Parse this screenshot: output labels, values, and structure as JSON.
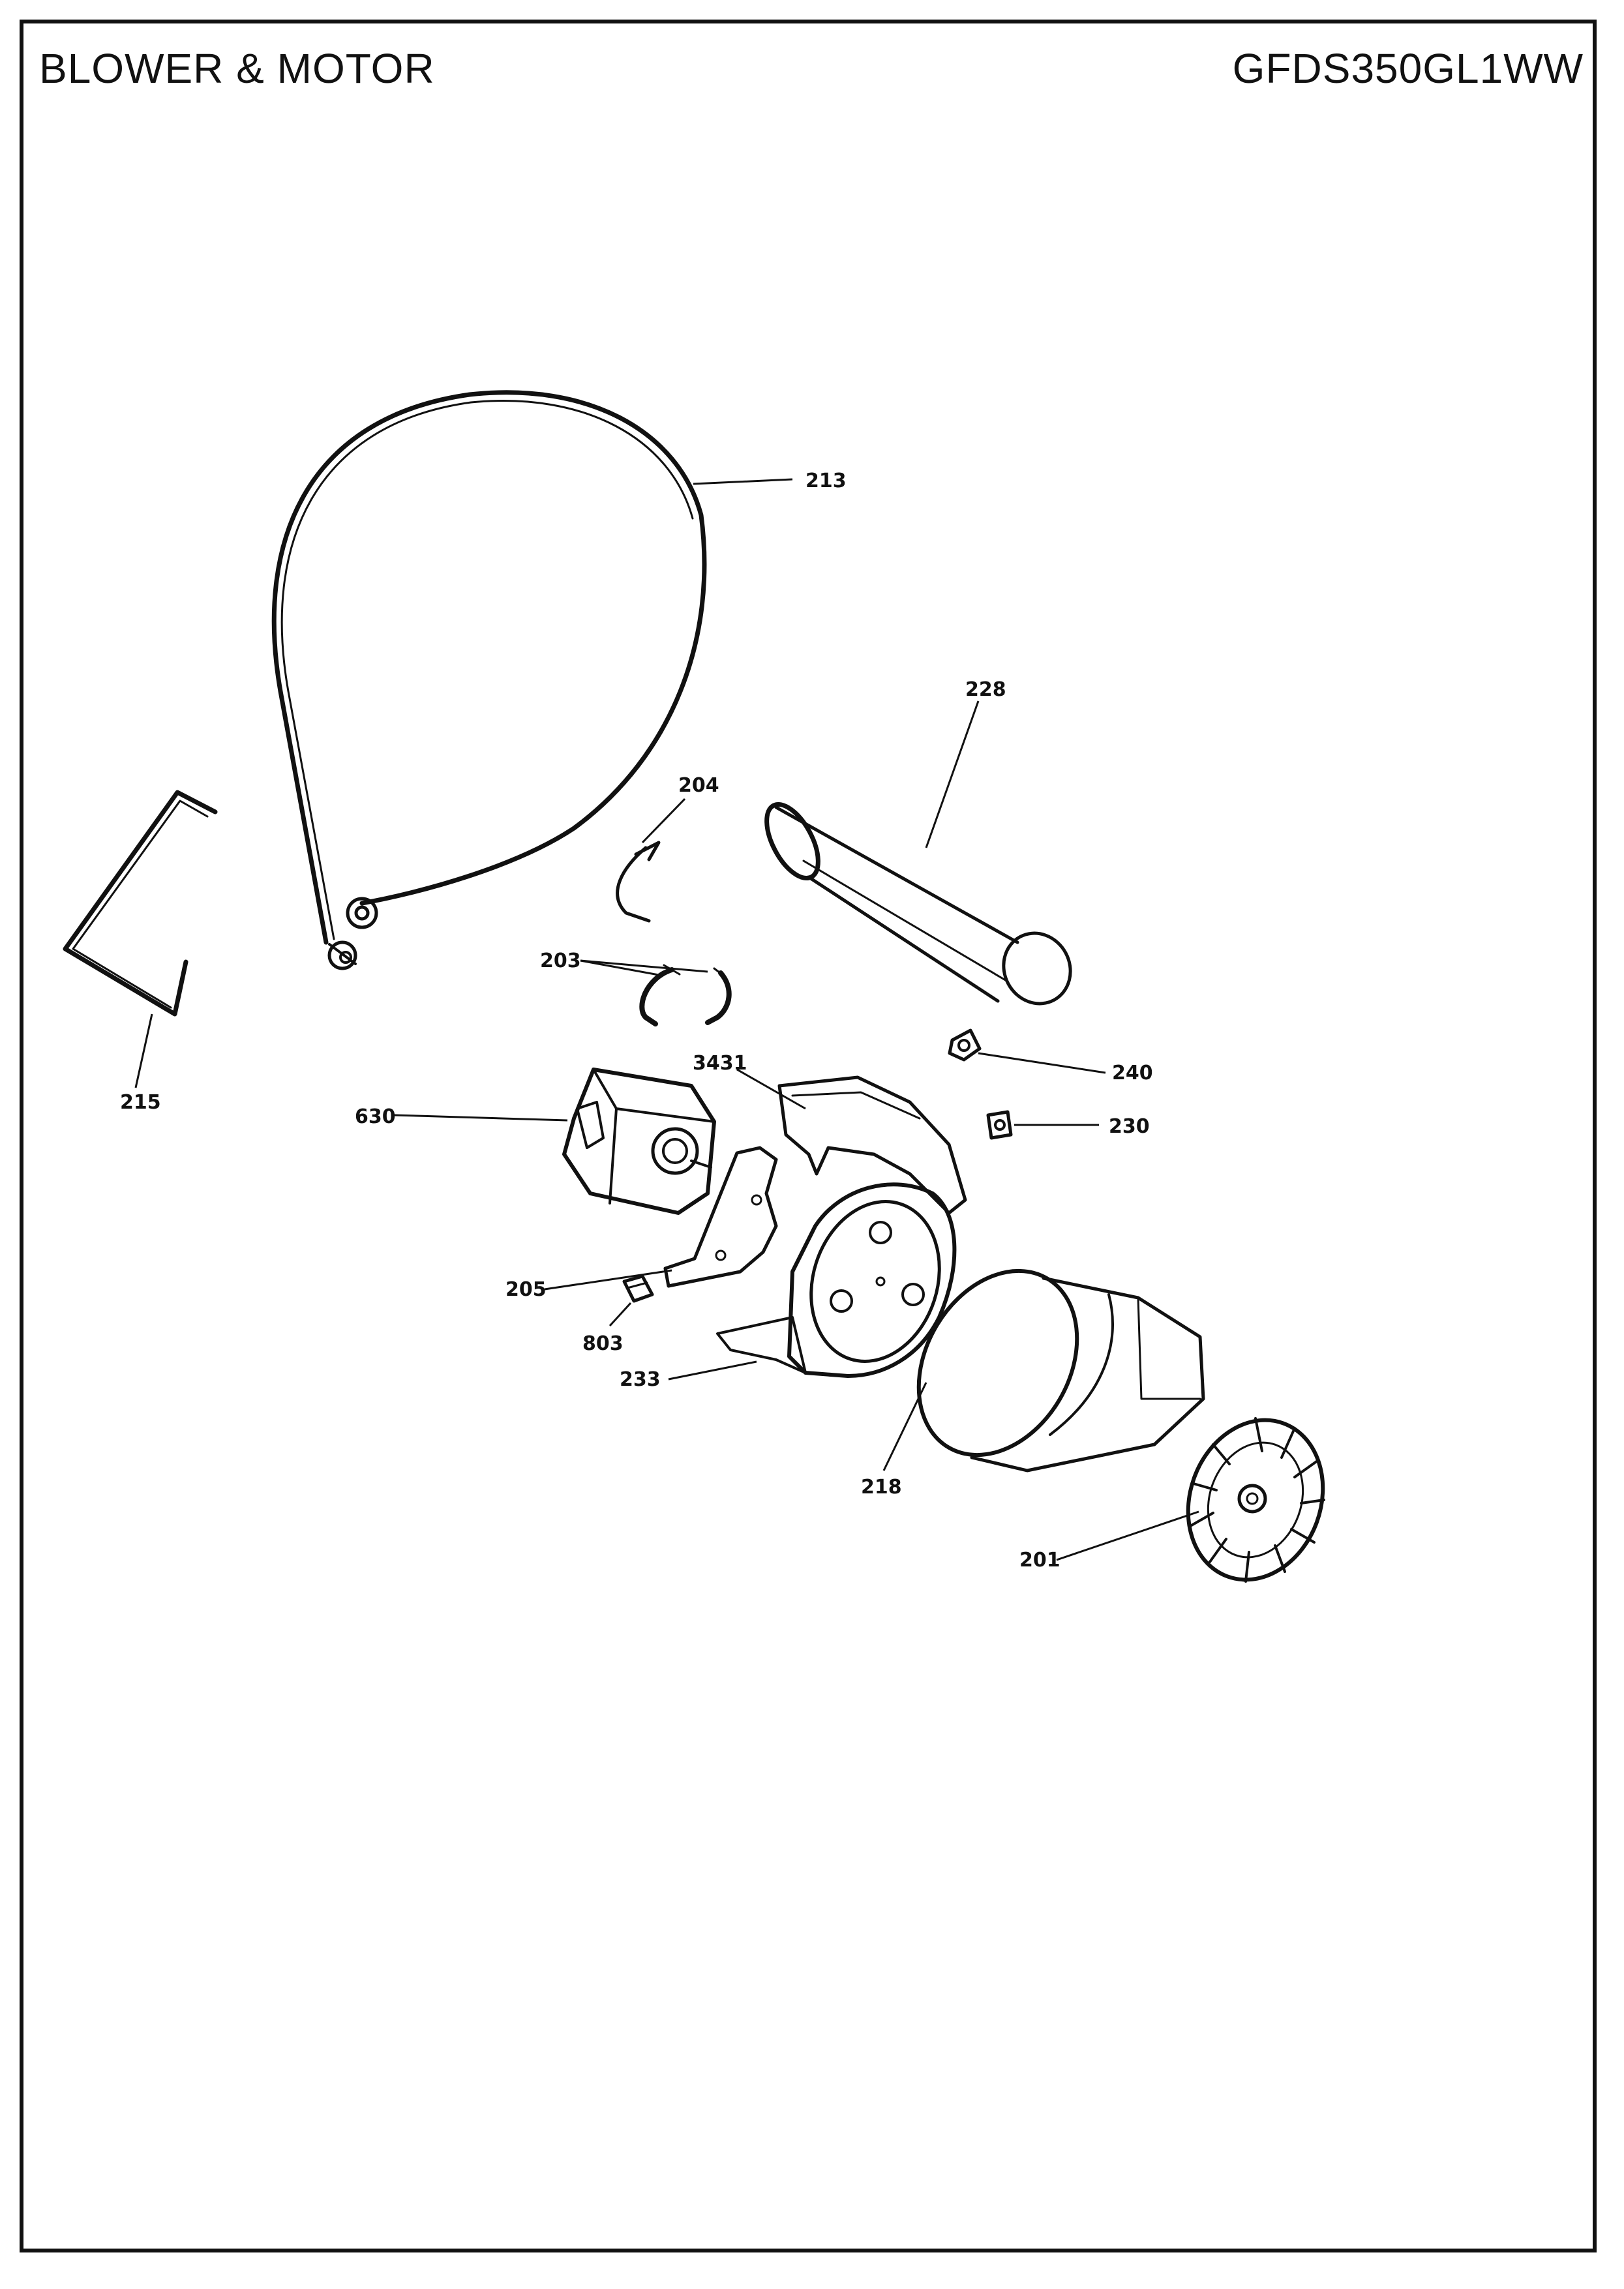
{
  "header": {
    "section_title": "BLOWER & MOTOR",
    "model_number": "GFDS350GL1WW"
  },
  "callouts": {
    "c213": "213",
    "c228": "228",
    "c204": "204",
    "c203": "203",
    "c215": "215",
    "c3431": "3431",
    "c240": "240",
    "c630": "630",
    "c230": "230",
    "c205": "205",
    "c803": "803",
    "c233": "233",
    "c218": "218",
    "c201": "201"
  }
}
